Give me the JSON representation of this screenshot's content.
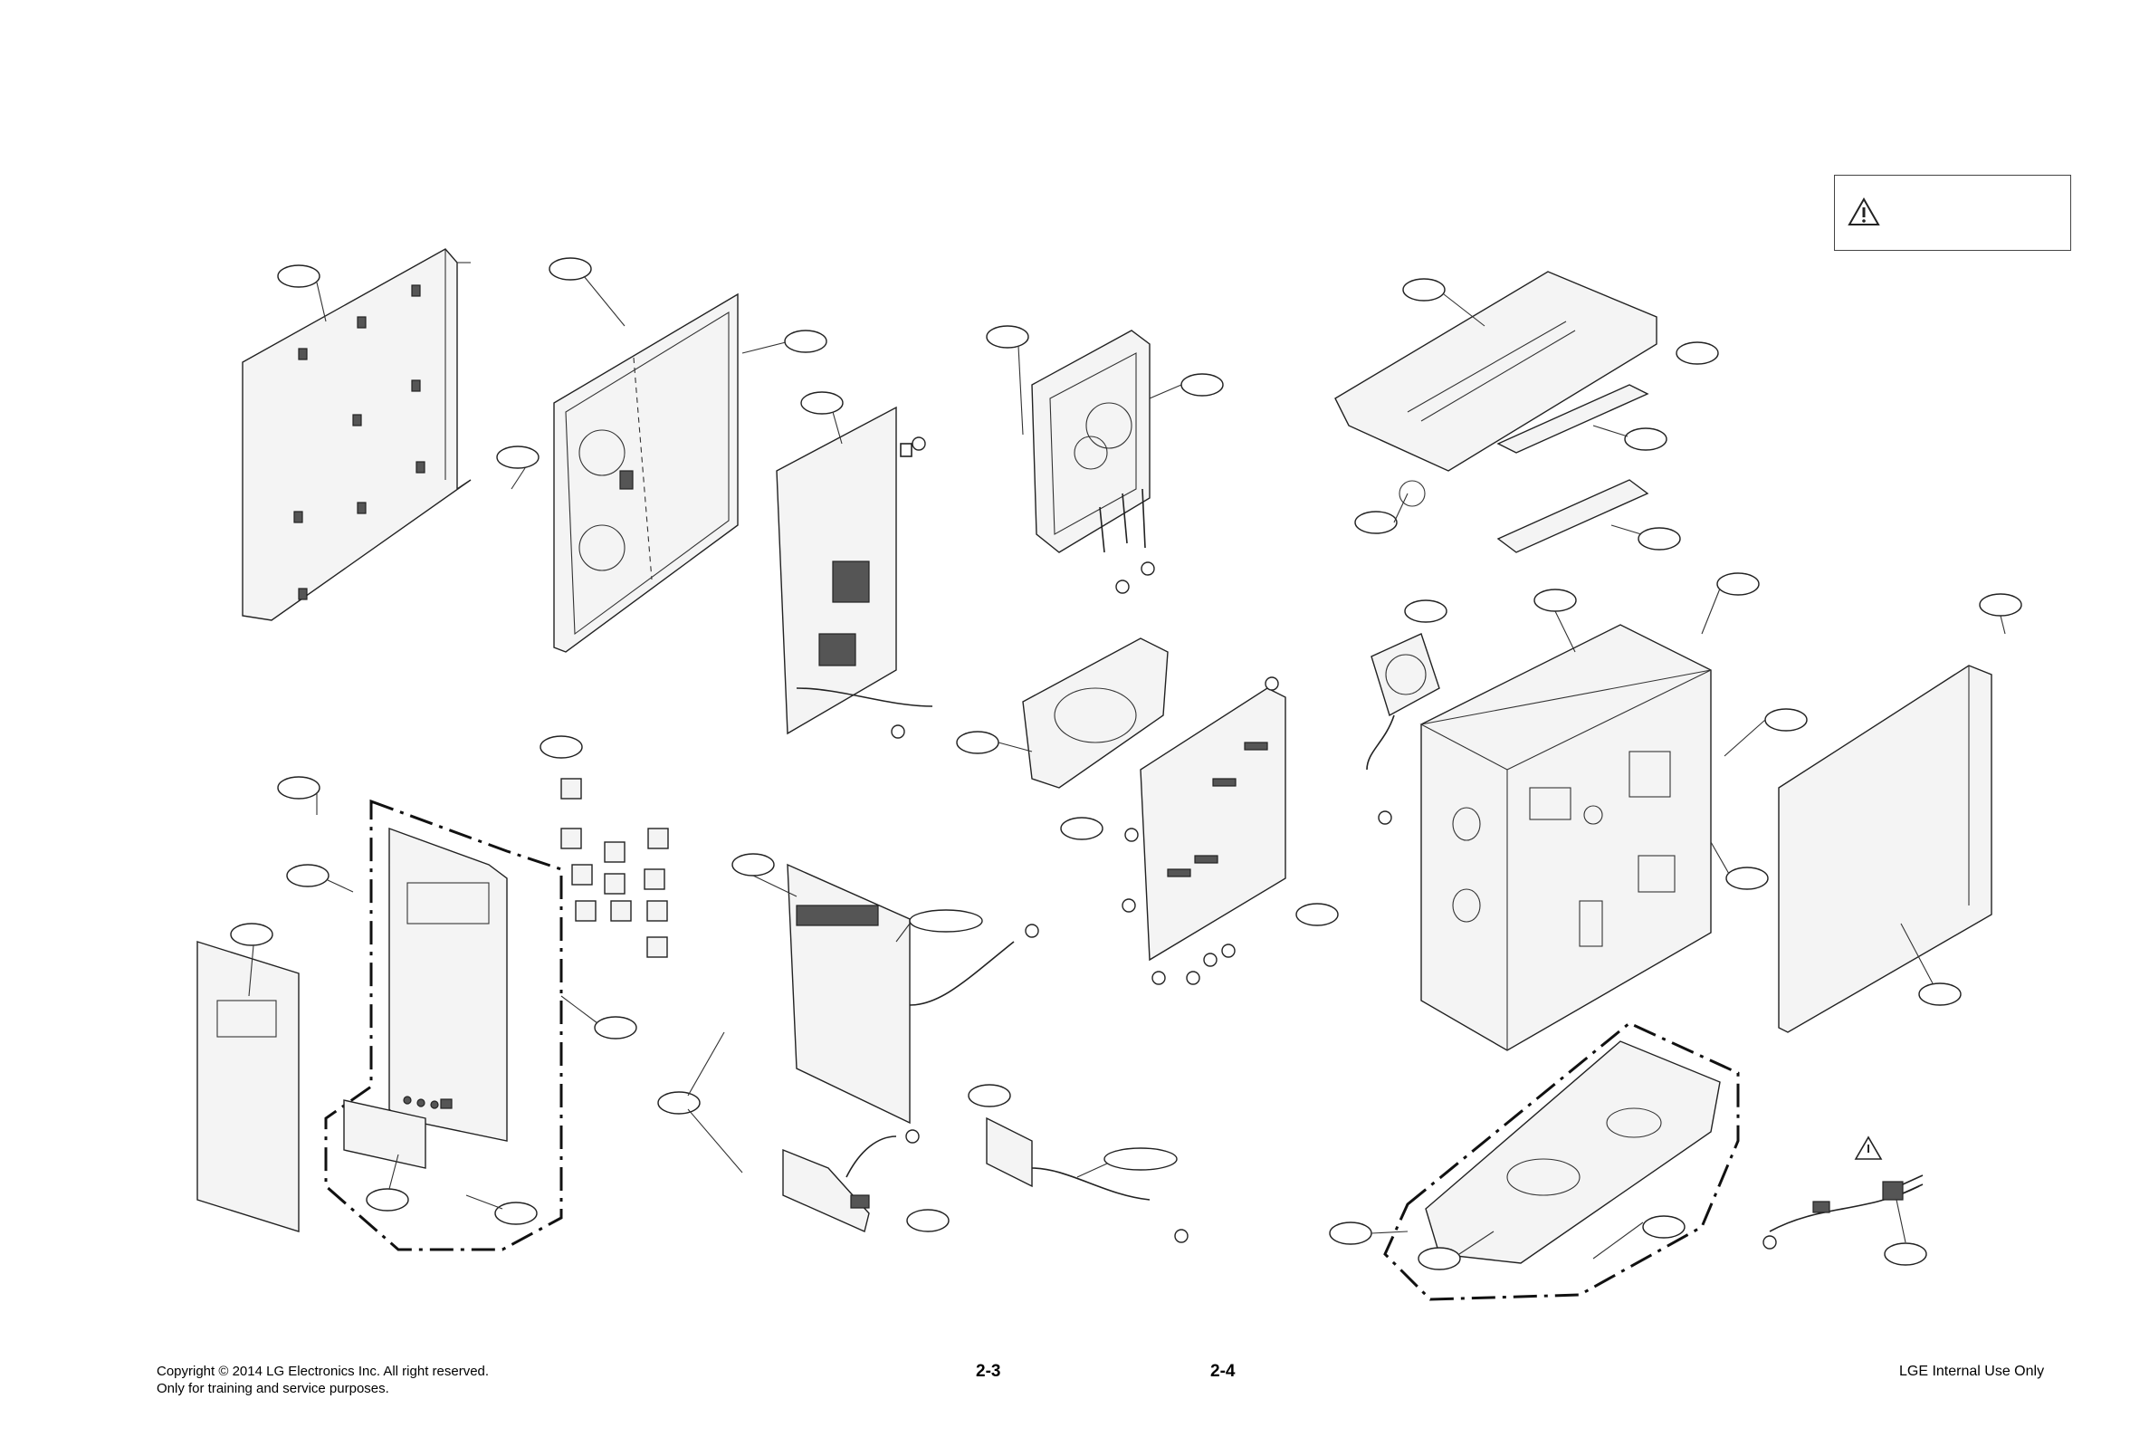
{
  "footer": {
    "copyright_line1": "Copyright © 2014 LG Electronics Inc. All right reserved.",
    "copyright_line2": "Only for training and service purposes.",
    "page_left": "2-3",
    "page_right": "2-4",
    "internal": "LGE Internal Use Only"
  },
  "icons": {
    "warning": "warning-triangle-icon",
    "power_plug": "power-plug-icon"
  }
}
